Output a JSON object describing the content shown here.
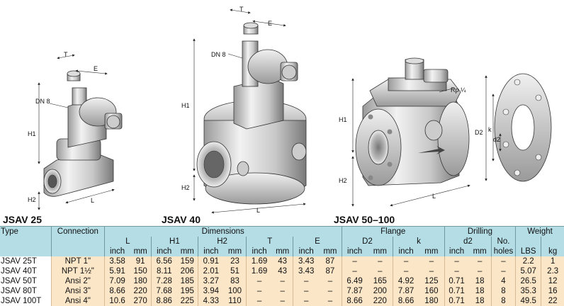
{
  "models": [
    "JSAV 25",
    "JSAV 40",
    "JSAV 50–100"
  ],
  "dimension_labels": {
    "dn8": "DN 8",
    "T": "T",
    "E": "E",
    "H1": "H1",
    "H2": "H2",
    "L": "L",
    "rp": "Rp ¼",
    "D2": "D2",
    "k": "k",
    "d2": "d2"
  },
  "table": {
    "headers": {
      "type": "Type",
      "connection": "Connection",
      "dimensions": "Dimensions",
      "flange": "Flange",
      "drilling": "Drilling",
      "weight": "Weight",
      "L": "L",
      "H1": "H1",
      "H2": "H2",
      "T": "T",
      "E": "E",
      "D2": "D2",
      "k": "k",
      "d2": "d2",
      "no": "No.",
      "inch": "inch",
      "mm": "mm",
      "holes": "holes",
      "lbs": "LBS",
      "kg": "kg"
    },
    "rows": [
      {
        "type": "JSAV 25T",
        "cells": [
          "NPT 1\"",
          "3.58",
          "91",
          "6.56",
          "159",
          "0.91",
          "23",
          "1.69",
          "43",
          "3.43",
          "87",
          "–",
          "–",
          "–",
          "–",
          "–",
          "–",
          "–",
          "2.2",
          "1"
        ]
      },
      {
        "type": "JSAV 40T",
        "cells": [
          "NPT 1½\"",
          "5.91",
          "150",
          "8.11",
          "206",
          "2.01",
          "51",
          "1.69",
          "43",
          "3.43",
          "87",
          "–",
          "–",
          "–",
          "–",
          "–",
          "–",
          "–",
          "5.07",
          "2.3"
        ]
      },
      {
        "type": "JSAV 50T",
        "cells": [
          "Ansi 2\"",
          "7.09",
          "180",
          "7.28",
          "185",
          "3.27",
          "83",
          "–",
          "–",
          "–",
          "–",
          "6.49",
          "165",
          "4.92",
          "125",
          "0.71",
          "18",
          "4",
          "26.5",
          "12"
        ]
      },
      {
        "type": "JSAV 80T",
        "cells": [
          "Ansi 3\"",
          "8.66",
          "220",
          "7.68",
          "195",
          "3.94",
          "100",
          "–",
          "–",
          "–",
          "–",
          "7.87",
          "200",
          "7.87",
          "160",
          "0.71",
          "18",
          "8",
          "35.3",
          "16"
        ]
      },
      {
        "type": "JSAV 100T",
        "cells": [
          "Ansi 4\"",
          "10.6",
          "270",
          "8.86",
          "225",
          "4.33",
          "110",
          "–",
          "–",
          "–",
          "–",
          "8.66",
          "220",
          "8.66",
          "180",
          "0.71",
          "18",
          "8",
          "49.5",
          "22"
        ]
      }
    ]
  }
}
